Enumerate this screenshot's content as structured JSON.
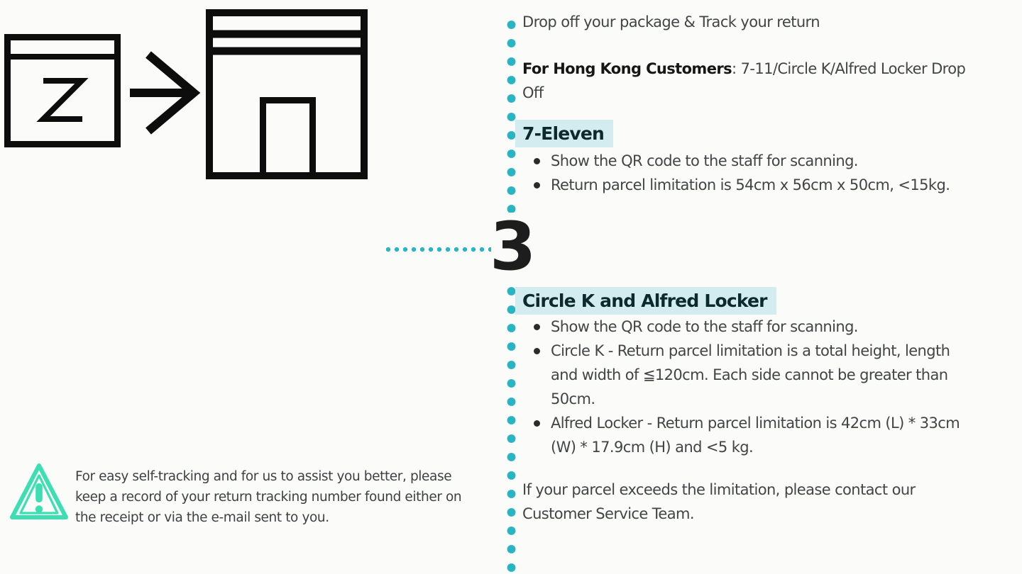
{
  "page": {
    "background": "#fbfbfa"
  },
  "colors": {
    "accent_teal_dots": "#28B5C3",
    "section_highlight": "#D2ECEF",
    "section_heading_text": "#0C2A2D",
    "body_text": "#424446",
    "bold_text": "#161616",
    "step_number_color": "#1D1D1E",
    "icon_stroke": "#0D0D0D",
    "warning_mint": "#3DDFB2"
  },
  "icons": [
    {
      "name": "parcel-box-icon",
      "meaning": "parcel box with Z mark"
    },
    {
      "name": "arrow-right-icon",
      "meaning": "arrow pointing right"
    },
    {
      "name": "storefront-icon",
      "meaning": "convenience store front with door"
    },
    {
      "name": "warning-icon",
      "meaning": "exclamation mark warning triangle"
    }
  ],
  "step": {
    "number": "3"
  },
  "content": {
    "intro": "Drop off your package & Track your return",
    "audience": {
      "bold": "For Hong Kong Customers",
      "rest": ": 7-11/Circle K/Alfred Locker Drop",
      "line2": "Off"
    },
    "sections": [
      {
        "heading": "7-Eleven",
        "bullets": [
          {
            "lines": [
              "Show the QR code to the staff for scanning."
            ]
          },
          {
            "lines": [
              "Return parcel limitation is 54cm x 56cm x 50cm, <15kg."
            ]
          }
        ]
      },
      {
        "heading": "Circle K and Alfred Locker",
        "bullets": [
          {
            "lines": [
              "Show the QR code to the staff for scanning."
            ]
          },
          {
            "lines": [
              "Circle K - Return parcel limitation is a total height, length",
              "and width of ≦120cm. Each side cannot be greater than",
              "50cm."
            ]
          },
          {
            "lines": [
              "Alfred Locker - Return parcel limitation is 42cm (L) * 33cm",
              "(W) * 17.9cm (H) and <5 kg."
            ]
          }
        ]
      }
    ],
    "footer": {
      "lines": [
        "If your parcel exceeds the limitation, please contact our",
        "Customer Service Team."
      ]
    }
  },
  "note": {
    "lines": [
      "For easy self-tracking and for us to assist you better, please",
      "keep a record of your return tracking number found either on",
      "the receipt or via the e-mail sent to you."
    ]
  }
}
